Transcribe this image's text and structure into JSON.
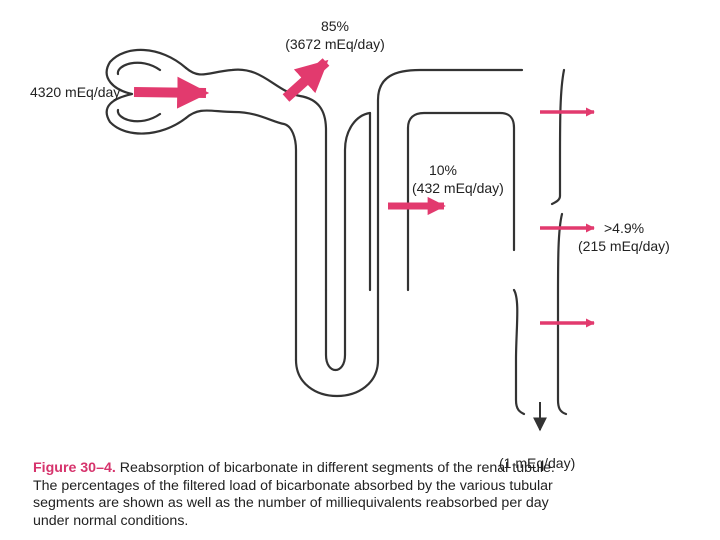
{
  "labels": {
    "filtered_load": "4320 mEq/day",
    "proximal_pct": "85%",
    "proximal_amount": "(3672 mEq/day)",
    "loop_pct": "10%",
    "loop_amount": "(432 mEq/day)",
    "distal_pct": ">4.9%",
    "distal_amount": "(215 mEq/day)",
    "excreted_amount": "(1 mEq/day)"
  },
  "caption": {
    "figure_label": "Figure 30–4.",
    "line1": " Reabsorption of bicarbonate in different segments of the renal tubule.",
    "line2": "The percentages of the filtered load of bicarbonate absorbed by the various tubular",
    "line3": "segments are shown as well as the number of milliequivalents reabsorbed per day",
    "line4": "under normal conditions."
  },
  "colors": {
    "arrow": "#e23a6e",
    "outline": "#333333",
    "caption_accent": "#d6336c"
  }
}
